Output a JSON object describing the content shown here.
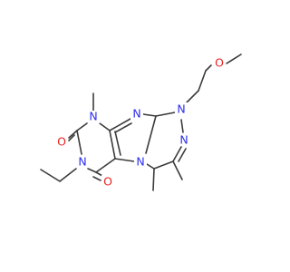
{
  "molecule": {
    "atoms": {
      "n_methyl": "N",
      "n_bridge": "N",
      "n_methoxyethyl": "N",
      "n_triazine": "N",
      "n_ethyl": "N",
      "n_fused": "N",
      "o_upper": "O",
      "o_lower": "O",
      "o_ether": "O"
    },
    "colors": {
      "bond": "#3b3b3b",
      "nitrogen": "#2d2df0",
      "oxygen": "#e8231f",
      "background": "#ffffff"
    }
  }
}
